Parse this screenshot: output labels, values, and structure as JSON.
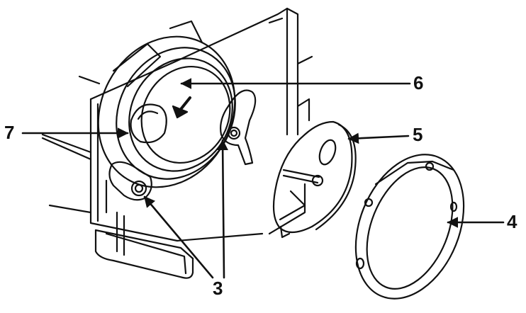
{
  "diagram": {
    "callouts": {
      "c7": "7",
      "c6": "6",
      "c5": "5",
      "c4": "4",
      "c3": "3"
    },
    "colors": {
      "ink": "#111111",
      "paper": "#ffffff"
    }
  }
}
